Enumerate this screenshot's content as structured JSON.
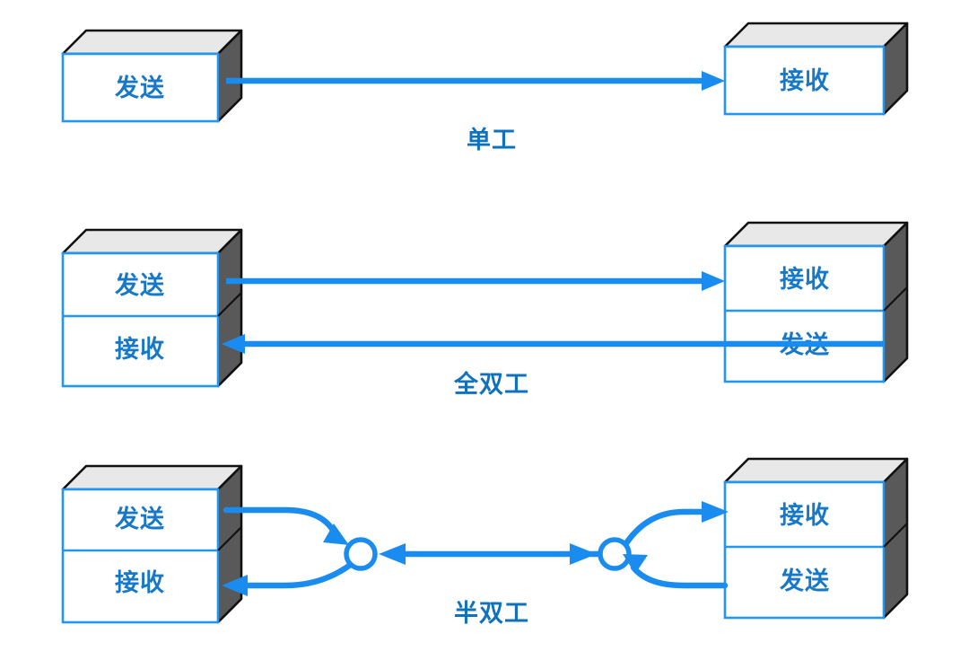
{
  "diagram": {
    "title_text_color": "#1072bd",
    "box_text_color": "#1878c8",
    "line_color": "#1a8cf0",
    "box_side_color": "#595959",
    "box_top_color": "#e8e8e8",
    "rows": [
      {
        "id": "simplex",
        "mode_label": "单工",
        "left_box": {
          "cells": [
            "发送"
          ]
        },
        "right_box": {
          "cells": [
            "接收"
          ]
        },
        "links": [
          {
            "from": "left-send",
            "to": "right-receive",
            "direction": "right"
          }
        ]
      },
      {
        "id": "full-duplex",
        "mode_label": "全双工",
        "left_box": {
          "cells": [
            "发送",
            "接收"
          ]
        },
        "right_box": {
          "cells": [
            "接收",
            "发送"
          ]
        },
        "links": [
          {
            "from": "left-send",
            "to": "right-receive",
            "direction": "right"
          },
          {
            "from": "right-send",
            "to": "left-receive",
            "direction": "left"
          }
        ]
      },
      {
        "id": "half-duplex",
        "mode_label": "半双工",
        "left_box": {
          "cells": [
            "发送",
            "接收"
          ]
        },
        "right_box": {
          "cells": [
            "接收",
            "发送"
          ]
        },
        "hubs": [
          "left-hub",
          "right-hub"
        ],
        "links": [
          {
            "from": "left-send",
            "to": "left-hub",
            "direction": "right"
          },
          {
            "from": "left-hub",
            "to": "left-receive",
            "direction": "left"
          },
          {
            "from": "right-hub",
            "to": "left-hub",
            "direction": "left"
          },
          {
            "from": "right-hub",
            "to": "right-receive",
            "direction": "right"
          },
          {
            "from": "right-send",
            "to": "right-hub",
            "direction": "left"
          }
        ]
      }
    ]
  }
}
